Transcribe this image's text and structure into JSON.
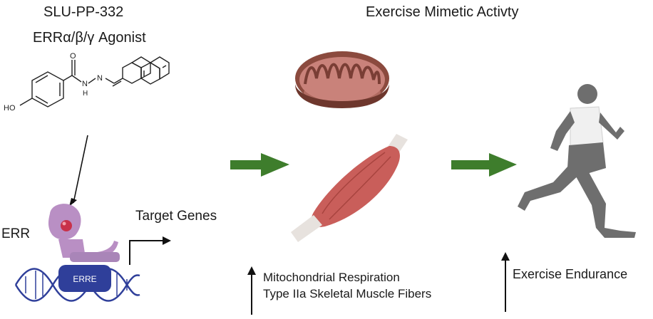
{
  "compound": {
    "name": "SLU-PP-332",
    "description": "ERRα/β/γ Agonist",
    "ho_label": "HO",
    "o_label": "O",
    "n_label": "N",
    "h_label": "H",
    "n2_label": "N"
  },
  "receptor": {
    "label": "ERR",
    "element_label": "ERRE",
    "target_label": "Target Genes"
  },
  "activity": {
    "title": "Exercise Mimetic Activty",
    "effects": [
      "Mitochondrial Respiration",
      "Type IIa Skeletal Muscle Fibers"
    ],
    "endurance_label": "Exercise Endurance"
  },
  "colors": {
    "arrow_green": "#3e7d2c",
    "receptor_purple": "#b98fc4",
    "ligand_red": "#c8314a",
    "dna_blue": "#2f3f9a",
    "erre_fill": "#2f3f9a",
    "mito_outer": "#8b4a3e",
    "muscle_red": "#c95e5a",
    "runner_gray": "#6e6e6e"
  }
}
